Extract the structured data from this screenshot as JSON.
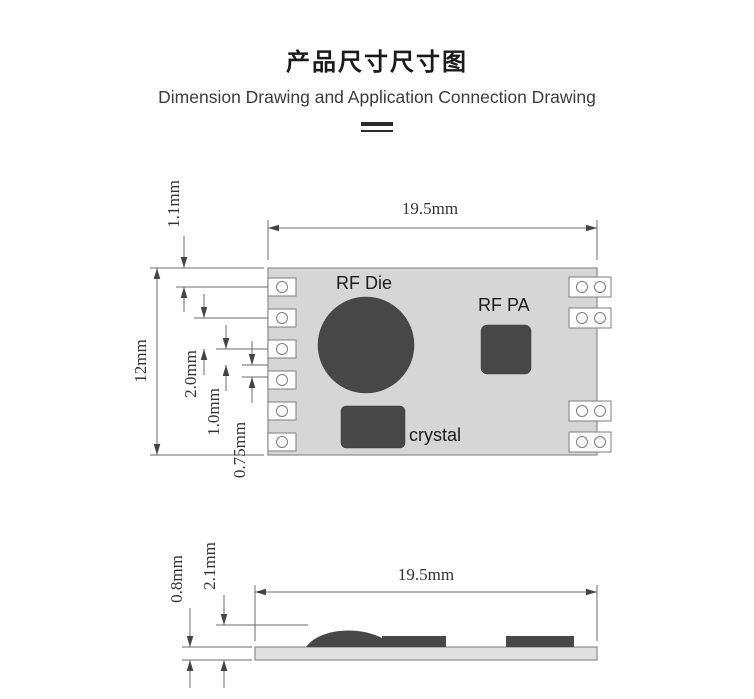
{
  "header": {
    "title_cn": "产品尺寸尺寸图",
    "title_en": "Dimension Drawing and Application Connection Drawing"
  },
  "top_view": {
    "board_width": "19.5mm",
    "board_height": "12mm",
    "pin_top_offset": "1.1mm",
    "pin_pitch": "2.0mm",
    "pin_offset": "1.0mm",
    "pin_width": "0.75mm",
    "label_rf_die": "RF Die",
    "label_rf_pa": "RF PA",
    "label_crystal": "crystal"
  },
  "side_view": {
    "board_width": "19.5mm",
    "overall_height": "2.1mm",
    "board_thickness": "0.8mm"
  },
  "colors": {
    "board_fill": "#d6d6d6",
    "side_board_fill": "#e0e0e0",
    "component_fill": "#474747",
    "line": "#6b6b6b"
  }
}
